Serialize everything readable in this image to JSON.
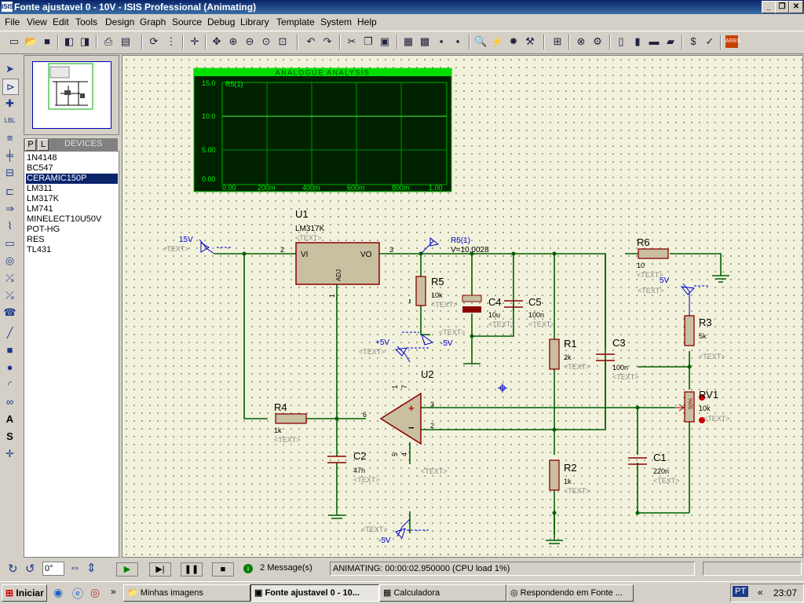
{
  "window": {
    "title": "Fonte ajustavel 0 - 10V - ISIS Professional (Animating)",
    "app_icon": "ISIS"
  },
  "menu": [
    "File",
    "View",
    "Edit",
    "Tools",
    "Design",
    "Graph",
    "Source",
    "Debug",
    "Library",
    "Template",
    "System",
    "Help"
  ],
  "devices": {
    "tab_p": "P",
    "tab_l": "L",
    "header": "DEVICES",
    "items": [
      "1N4148",
      "BC547",
      "CERAMIC150P",
      "LM311",
      "LM317K",
      "LM741",
      "MINELECT10U50V",
      "POT-HG",
      "RES",
      "TL431"
    ],
    "selected_index": 2
  },
  "graph": {
    "title": "ANALOGUE ANALYSIS",
    "trace": "R5(1)",
    "y_ticks": [
      "15.0",
      "10.0",
      "5.00",
      "0.00"
    ],
    "x_ticks": [
      "0.00",
      "200m",
      "400m",
      "600m",
      "800m",
      "1.00"
    ]
  },
  "schematic": {
    "u1": {
      "ref": "U1",
      "part": "LM317K",
      "pin_vi": "VI",
      "pin_vo": "VO",
      "pin_adj": "ADJ",
      "pin2": "2",
      "pin3": "3",
      "pin1": "1"
    },
    "u2": {
      "ref": "U2",
      "pin6": "6",
      "pin3": "3",
      "pin2": "2",
      "pin7": "7",
      "pin4": "4",
      "pin1": "1",
      "pin5": "5"
    },
    "probe": {
      "name": "R5(1)",
      "value": "V=10.0028"
    },
    "rails": {
      "vin": "15V",
      "p5": "+5V",
      "n5a": "-5V",
      "n5b": "-5V",
      "p5r": "5V"
    },
    "text_placeholder": "<TEXT>",
    "r1": {
      "ref": "R1",
      "value": "2k"
    },
    "r2": {
      "ref": "R2",
      "value": "1k"
    },
    "r3": {
      "ref": "R3",
      "value": "5k"
    },
    "r4": {
      "ref": "R4",
      "value": "1k"
    },
    "r5": {
      "ref": "R5",
      "value": "10k"
    },
    "r6": {
      "ref": "R6",
      "value": "10"
    },
    "rv1": {
      "ref": "RV1",
      "value": "10k",
      "body": "50%"
    },
    "c1": {
      "ref": "C1",
      "value": "220n"
    },
    "c2": {
      "ref": "C2",
      "value": "47n"
    },
    "c3": {
      "ref": "C3",
      "value": "100n"
    },
    "c4": {
      "ref": "C4",
      "value": "10u"
    },
    "c5": {
      "ref": "C5",
      "value": "100n"
    }
  },
  "bottom": {
    "angle": "0°",
    "messages": "2 Message(s)",
    "status": "ANIMATING: 00:00:02.950000 (CPU load 1%)"
  },
  "taskbar": {
    "start": "Iniciar",
    "tasks": [
      "Minhas imagens",
      "Fonte ajustavel 0 - 10...",
      "Calculadora",
      "Respondendo em Fonte ..."
    ],
    "lang": "PT",
    "clock": "23:07",
    "chevron": "»"
  },
  "colors": {
    "wire": "#006000",
    "component": "#8b0000",
    "graph_bg": "#002200",
    "graph_border": "#00cc00",
    "text_blue": "#0000cc"
  }
}
